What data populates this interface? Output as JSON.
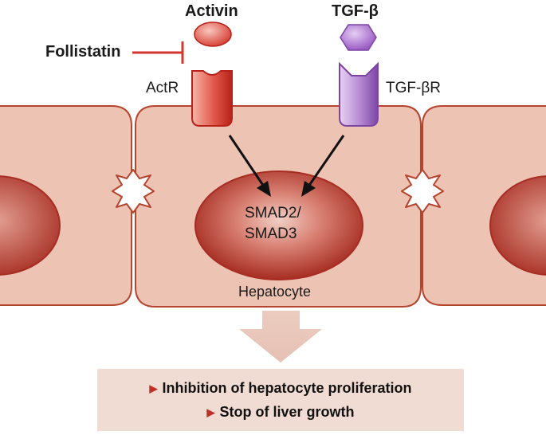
{
  "ligands": {
    "activin": "Activin",
    "tgf_beta": "TGF-β",
    "follistatin": "Follistatin"
  },
  "receptors": {
    "actr": "ActR",
    "tgf_beta_r": "TGF-βR"
  },
  "nucleus": {
    "line1": "SMAD2/",
    "line2": "SMAD3"
  },
  "cell_label": "Hepatocyte",
  "outcomes": [
    "Inhibition of hepatocyte proliferation",
    "Stop of liver growth"
  ],
  "colors": {
    "activin_red": "#d4352c",
    "tgf_purple": "#9b5fc0",
    "cell_fill": "#edc4b4",
    "cell_border": "#b5452f",
    "nucleus_fill": "#b73a2d",
    "outcome_box": "#f1dcd3",
    "arrow_down": "#ecccc0",
    "bullet": "#c0302a"
  },
  "icons": {
    "outcome_bullet": "right-triangle-icon",
    "inhibition": "inhibition-bar-icon"
  }
}
